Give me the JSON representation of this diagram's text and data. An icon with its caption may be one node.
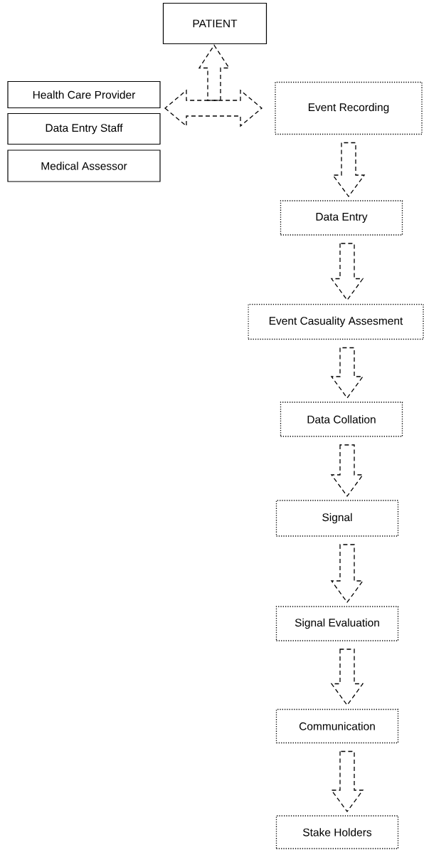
{
  "diagram": {
    "nodes": [
      {
        "text": [
          "PATIENT"
        ]
      },
      {
        "text": [
          "Health Care Provider"
        ]
      },
      {
        "text": [
          "Data Entry Staff"
        ]
      },
      {
        "text": [
          "Medical Assessor"
        ]
      },
      {
        "text": [
          "Event Recording"
        ]
      },
      {
        "text": [
          "Data Entry"
        ]
      },
      {
        "text": [
          "Event Casuality Assesment"
        ]
      },
      {
        "text": [
          "Data Collation"
        ]
      },
      {
        "text": [
          "Signal"
        ]
      },
      {
        "text": [
          "Signal Evaluation"
        ]
      },
      {
        "text": [
          "Communication"
        ]
      },
      {
        "text": [
          "Stake Holders"
        ]
      }
    ],
    "edges": [
      {
        "from": 1,
        "to": 4,
        "arrow": "both",
        "style": "dashed"
      },
      {
        "from": null,
        "to": 0,
        "arrow": "to",
        "style": "dashed"
      },
      {
        "from": 4,
        "to": 5,
        "arrow": "to",
        "style": "dashed"
      },
      {
        "from": 5,
        "to": 6,
        "arrow": "to",
        "style": "dashed"
      },
      {
        "from": 6,
        "to": 7,
        "arrow": "to",
        "style": "dashed"
      },
      {
        "from": 7,
        "to": 8,
        "arrow": "to",
        "style": "dashed"
      },
      {
        "from": 8,
        "to": 9,
        "arrow": "to",
        "style": "dashed"
      },
      {
        "from": 9,
        "to": 10,
        "arrow": "to",
        "style": "dashed"
      },
      {
        "from": 10,
        "to": 11,
        "arrow": "to",
        "style": "dashed"
      }
    ]
  }
}
